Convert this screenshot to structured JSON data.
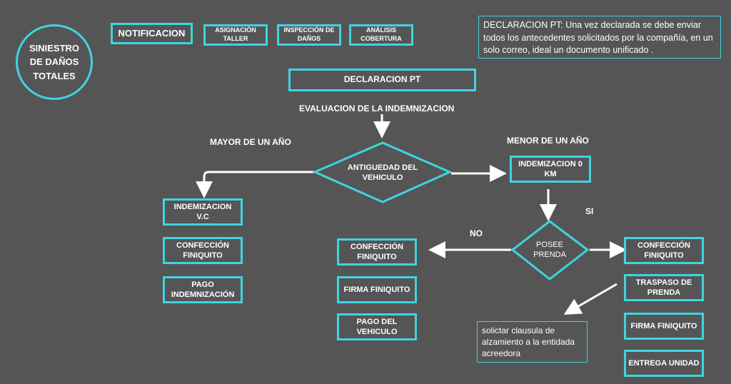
{
  "title": "SINIESTRO DE DAÑOS TOTALES",
  "top_steps": [
    "NOTIFICACION",
    "ASIGNACIÓN TALLER",
    "INSPECCIÓN DE DAÑOS",
    "ANÁLISIS COBERTURA"
  ],
  "note_top": "DECLARACION PT: Una vez declarada se debe enviar todos los antecedentes solicitados por la compañía, en un solo correo, ideal un documento unificado .",
  "declaracion": "DECLARACION PT",
  "evaluacion": "EVALUACION DE LA INDEMNIZACION",
  "decision_antiguedad": "ANTIGUEDAD DEL VEHICULO",
  "label_mayor": "MAYOR DE UN AÑO",
  "label_menor": "MENOR DE UN AÑO",
  "left_branch": [
    "INDEMIZACION V.C",
    "CONFECCIÓN FINIQUITO",
    "PAGO INDEMNIZACIÓN"
  ],
  "indem_0km": "INDEMIZACION 0 KM",
  "decision_prenda": "POSEE PRENDA",
  "label_si": "SI",
  "label_no": "NO",
  "no_branch": [
    "CONFECCIÓN FINIQUITO",
    "FIRMA FINIQUITO",
    "PAGO DEL VEHICULO"
  ],
  "si_branch": [
    "CONFECCIÓN FINIQUITO",
    "TRASPASO DE PRENDA",
    "FIRMA FINIQUITO",
    "ENTREGA UNIDAD"
  ],
  "note_bottom": "solictar clausula de alzamiento a la entidada acreedora",
  "colors": {
    "background": "#555555",
    "accent": "#3fd4e0",
    "text": "#ffffff"
  }
}
